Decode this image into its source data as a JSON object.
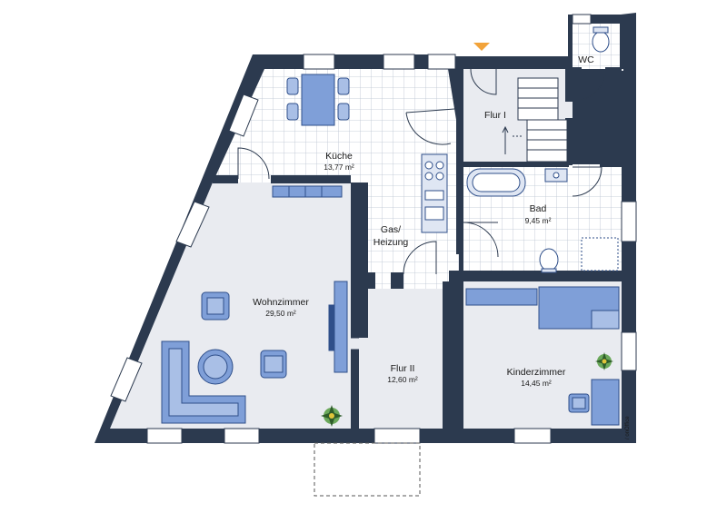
{
  "rooms": {
    "kueche": {
      "name": "Küche",
      "area": "13,77 m²"
    },
    "flur1": {
      "name": "Flur I",
      "area": ""
    },
    "wc": {
      "name": "WC",
      "area": ""
    },
    "bad": {
      "name": "Bad",
      "area": "9,45 m²"
    },
    "gas": {
      "name_line1": "Gas/",
      "name_line2": "Heizung"
    },
    "wohn": {
      "name": "Wohnzimmer",
      "area": "29,50 m²"
    },
    "flur2": {
      "name": "Flur II",
      "area": "12,60 m²"
    },
    "kinder": {
      "name": "Kinderzimmer",
      "area": "14,45 m²"
    }
  },
  "brand": {
    "text": "/ onOffice"
  },
  "colors": {
    "wall": "#2c3a4f",
    "floor": "#e9ebf0",
    "tile_line": "#b9c2d0",
    "furniture": "#7f9fd8",
    "furniture_dark": "#2f4f8a",
    "window_fill": "#ffffff",
    "entry_marker": "#f2a33a"
  }
}
